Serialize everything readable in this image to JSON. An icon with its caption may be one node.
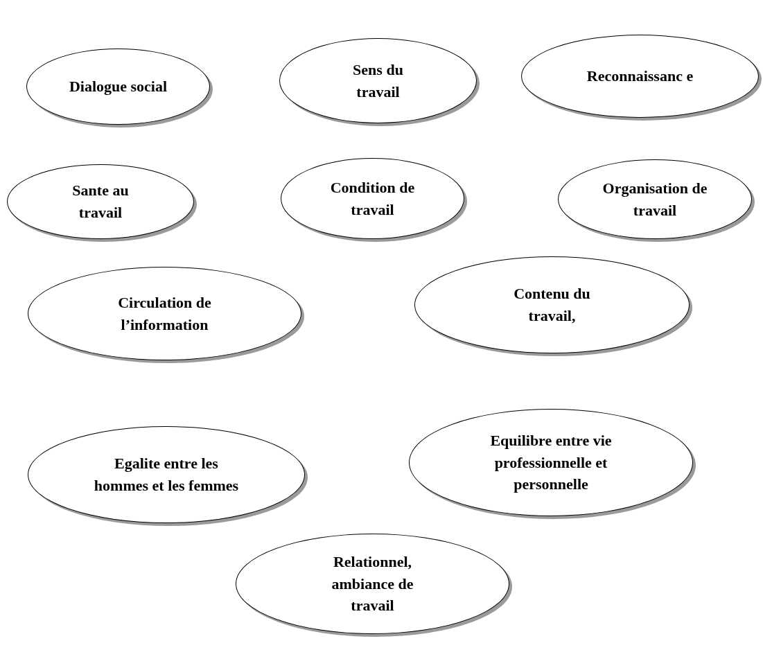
{
  "diagram": {
    "nodes": [
      {
        "text": [
          "Dialogue social"
        ]
      },
      {
        "text": [
          "Sens du travail"
        ]
      },
      {
        "text": [
          "Reconnaissanc e"
        ]
      },
      {
        "text": [
          "Sante au travail"
        ]
      },
      {
        "text": [
          "Condition de travail"
        ]
      },
      {
        "text": [
          "Organisation de travail"
        ]
      },
      {
        "text": [
          "Circulation de l’information"
        ]
      },
      {
        "text": [
          "Contenu du travail,"
        ]
      },
      {
        "text": [
          "Egalite entre les hommes et les femmes"
        ]
      },
      {
        "text": [
          "Equilibre entre vie professionnelle et personnelle"
        ]
      },
      {
        "text": [
          "Relationnel, ambiance de travail"
        ]
      }
    ]
  }
}
